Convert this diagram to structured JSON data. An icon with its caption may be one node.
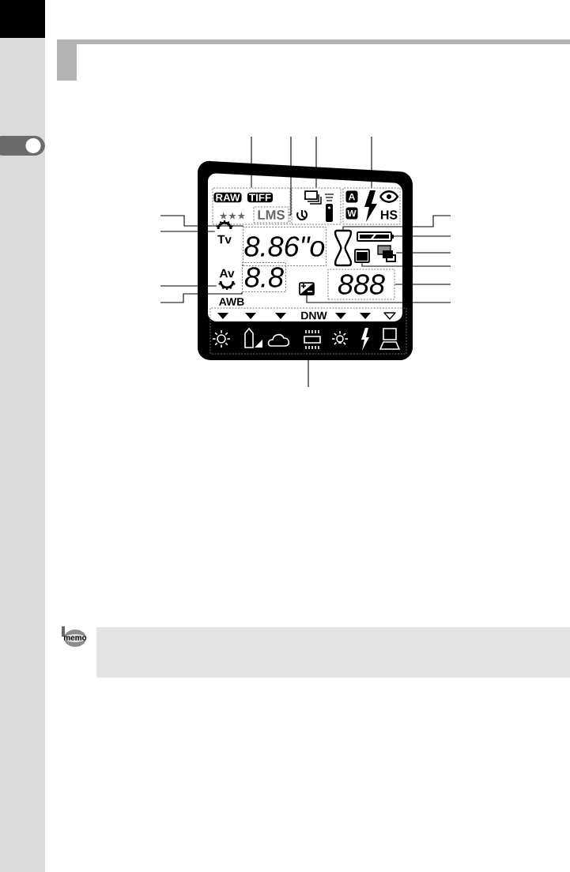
{
  "diagram": {
    "nodes": [
      {
        "text": [
          "RAW",
          "TIFF",
          "★★★"
        ]
      },
      {
        "text": [
          "LMS"
        ],
        "in": 0
      },
      {
        "text": [],
        "shape": "box"
      },
      {
        "text": [
          "A",
          "W",
          "HS"
        ]
      },
      {
        "text": [
          "Tv"
        ]
      },
      {
        "text": [
          "8.86\"o"
        ]
      },
      {
        "text": [],
        "shape": "hourglass"
      },
      {
        "text": [],
        "shape": "battery"
      },
      {
        "text": [],
        "shape": "box"
      },
      {
        "text": [],
        "shape": "box"
      },
      {
        "text": [
          "Av"
        ]
      },
      {
        "text": [
          "8.8"
        ]
      },
      {
        "text": [],
        "shape": "box"
      },
      {
        "text": [
          "888"
        ]
      },
      {
        "text": [
          "AWB",
          "DNW"
        ]
      }
    ],
    "edges": [
      {
        "from": null,
        "to": 0,
        "arrow": "none"
      },
      {
        "from": null,
        "to": 1,
        "arrow": "none"
      },
      {
        "from": null,
        "to": 2,
        "arrow": "none"
      },
      {
        "from": null,
        "to": 3,
        "arrow": "none"
      },
      {
        "from": null,
        "to": 5,
        "arrow": "none"
      },
      {
        "from": null,
        "to": 4,
        "arrow": "none"
      },
      {
        "from": null,
        "to": 10,
        "arrow": "none"
      },
      {
        "from": null,
        "to": 11,
        "arrow": "none"
      },
      {
        "from": null,
        "to": 6,
        "arrow": "none"
      },
      {
        "from": null,
        "to": 7,
        "arrow": "none"
      },
      {
        "from": null,
        "to": 8,
        "arrow": "none"
      },
      {
        "from": null,
        "to": 9,
        "arrow": "none"
      },
      {
        "from": null,
        "to": 13,
        "arrow": "none"
      },
      {
        "from": null,
        "to": 12,
        "arrow": "none"
      },
      {
        "from": null,
        "to": 14,
        "arrow": "none"
      }
    ],
    "labels": [
      "memo"
    ]
  }
}
